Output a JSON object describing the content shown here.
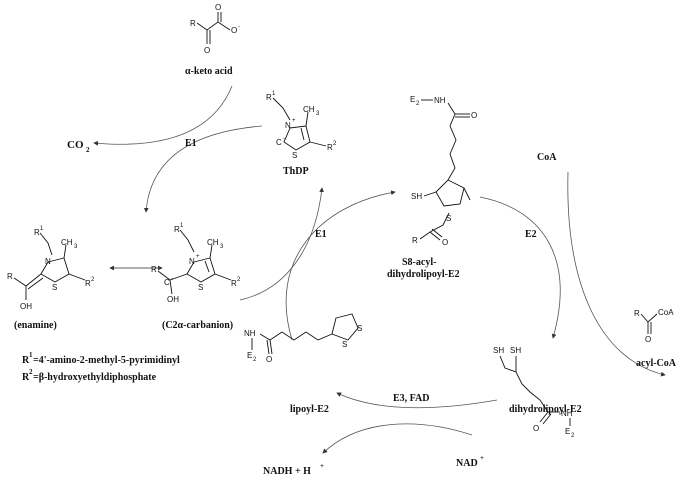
{
  "labels": {
    "keto_acid": "α-keto acid",
    "co2": "CO",
    "co2_sub": "2",
    "thdp": "ThDP",
    "enamine": "(enamine)",
    "carbanion": "(C2α-carbanion)",
    "s8": "S8-acyl-",
    "s8_line2": "dihydrolipoyl-E2",
    "coa": "CoA",
    "acyl_coa": "acyl-CoA",
    "lipoyl": "lipoyl-E2",
    "dihydrolipoyl": "dihydrolipoyl-E2",
    "nadh": "NADH + H",
    "nadh_sup": "+",
    "nad": "NAD",
    "nad_sup": "+",
    "e1_top": "E1",
    "e1_mid": "E1",
    "e2": "E2",
    "e3": "E3, FAD",
    "r1": "R",
    "r1_sup": "1",
    "r1_def": "=4'-amino-2-methyl-5-pyrimidinyl",
    "r2": "R",
    "r2_sup": "2",
    "r2_def": "=β-hydroxyethyldiphosphate"
  },
  "atoms": {
    "R": "R",
    "O": "O",
    "Ominus": "O",
    "minus": "-",
    "plus": "+",
    "N": "N",
    "S": "S",
    "OH": "OH",
    "CH3": "CH",
    "three": "3",
    "C": "C",
    "SH": "SH",
    "NH": "NH",
    "E2": "E",
    "two": "2",
    "CoA": "CoA",
    "one": "1"
  },
  "icons": [
    "reaction-arrow",
    "resonance-arrow"
  ]
}
